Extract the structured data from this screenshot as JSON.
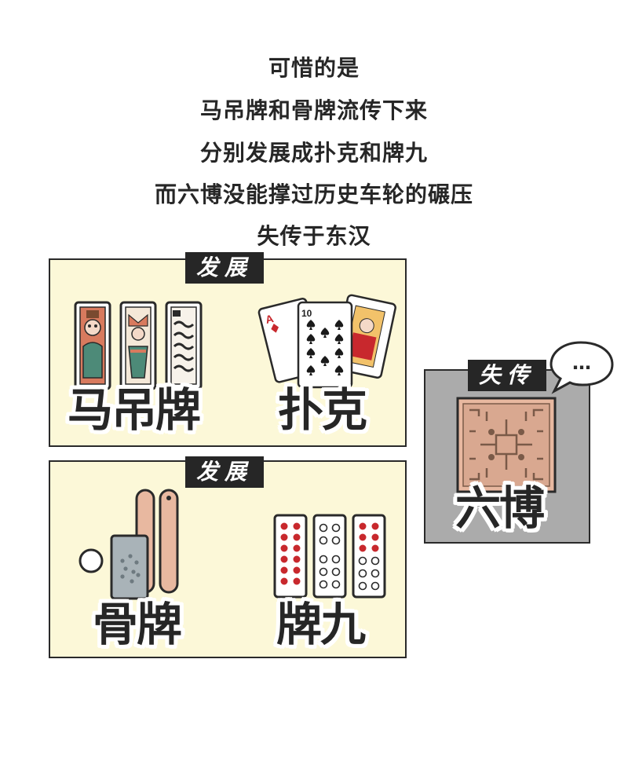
{
  "captions": [
    "可惜的是",
    "马吊牌和骨牌流传下来",
    "分别发展成扑克和牌九",
    "而六博没能撑过历史车轮的碾压",
    "失传于东汉"
  ],
  "panel_top": {
    "tag": "发展",
    "left_label": "马吊牌",
    "right_label": "扑克",
    "card_rank": "10",
    "ace_rank": "A"
  },
  "panel_bottom": {
    "tag": "发展",
    "left_label": "骨牌",
    "right_label": "牌九"
  },
  "panel_right": {
    "tag": "失传",
    "label": "六博",
    "bubble": "…"
  },
  "colors": {
    "cream": "#fcf8d8",
    "gray": "#ababab",
    "wood": "#e8b8a0",
    "red_pip": "#c8282d",
    "tag_bg": "#262626"
  }
}
